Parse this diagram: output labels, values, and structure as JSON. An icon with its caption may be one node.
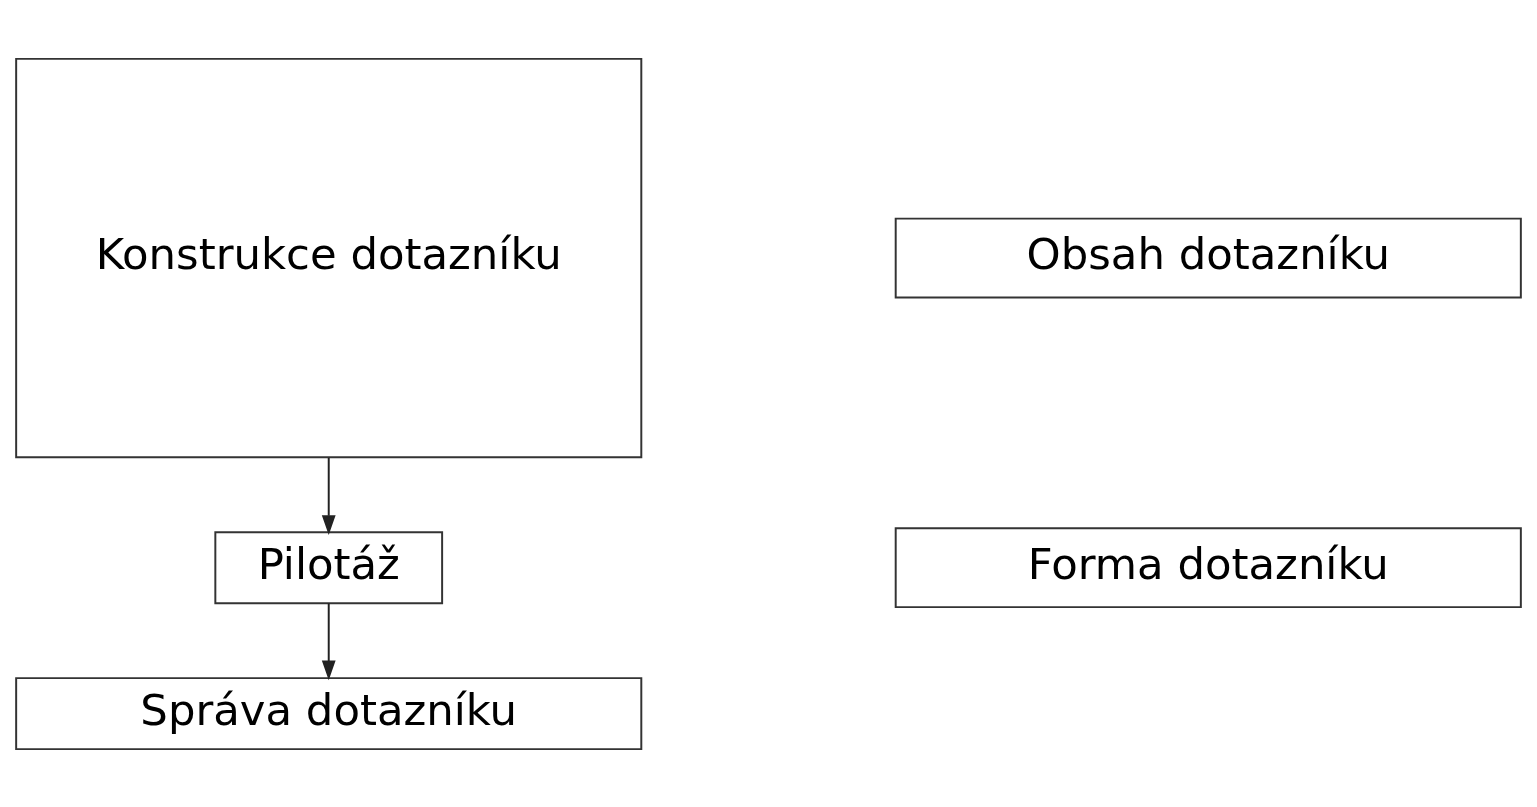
{
  "diagram": {
    "nodes": [
      {
        "text": [
          "Konstrukce dotazníku"
        ]
      },
      {
        "text": [
          "Obsah dotazníku"
        ]
      },
      {
        "text": [
          "Forma dotazníku"
        ]
      },
      {
        "text": [
          "Pilotáž"
        ]
      },
      {
        "text": [
          "Správa dotazníku"
        ]
      }
    ],
    "edges": [
      {
        "from": 0,
        "to": 3,
        "arrow": "to"
      },
      {
        "from": 3,
        "to": 4,
        "arrow": "to"
      }
    ]
  }
}
